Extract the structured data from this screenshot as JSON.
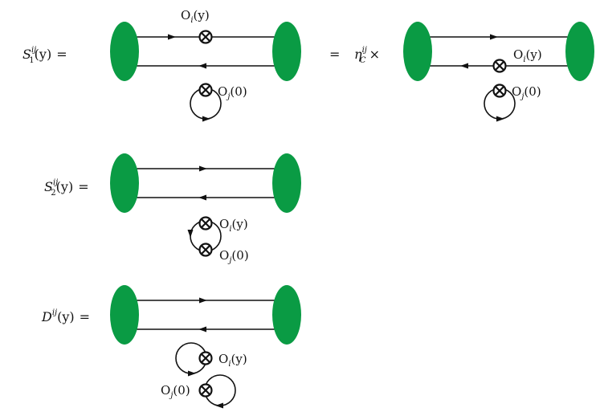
{
  "colors": {
    "blob": "#0a9b44",
    "line": "#111111"
  },
  "panels": [
    {
      "label": {
        "base": "S",
        "sup": "ij",
        "sub": "1",
        "arg": "(y)",
        "eq": "="
      },
      "ops": [
        {
          "text": "O",
          "sub": "i",
          "arg": "(y)"
        },
        {
          "text": "O",
          "sub": "j",
          "arg": "(0)"
        }
      ]
    },
    {
      "label": {
        "base": "S",
        "sup": "ij",
        "sub": "2",
        "arg": "(y)",
        "eq": "="
      },
      "ops": [
        {
          "text": "O",
          "sub": "i",
          "arg": "(y)"
        },
        {
          "text": "O",
          "sub": "j",
          "arg": "(0)"
        }
      ]
    },
    {
      "label": {
        "base": "D",
        "sup": "ij",
        "sub": "",
        "arg": "(y)",
        "eq": "="
      },
      "ops": [
        {
          "text": "O",
          "sub": "i",
          "arg": "(y)"
        },
        {
          "text": "O",
          "sub": "j",
          "arg": "(0)"
        }
      ]
    }
  ],
  "factor": {
    "eq": "=",
    "base": "η",
    "sup": "ij",
    "sub": "C",
    "times": "×"
  },
  "right": {
    "ops": [
      {
        "text": "O",
        "sub": "i",
        "arg": "(y)"
      },
      {
        "text": "O",
        "sub": "j",
        "arg": "(0)"
      }
    ]
  }
}
